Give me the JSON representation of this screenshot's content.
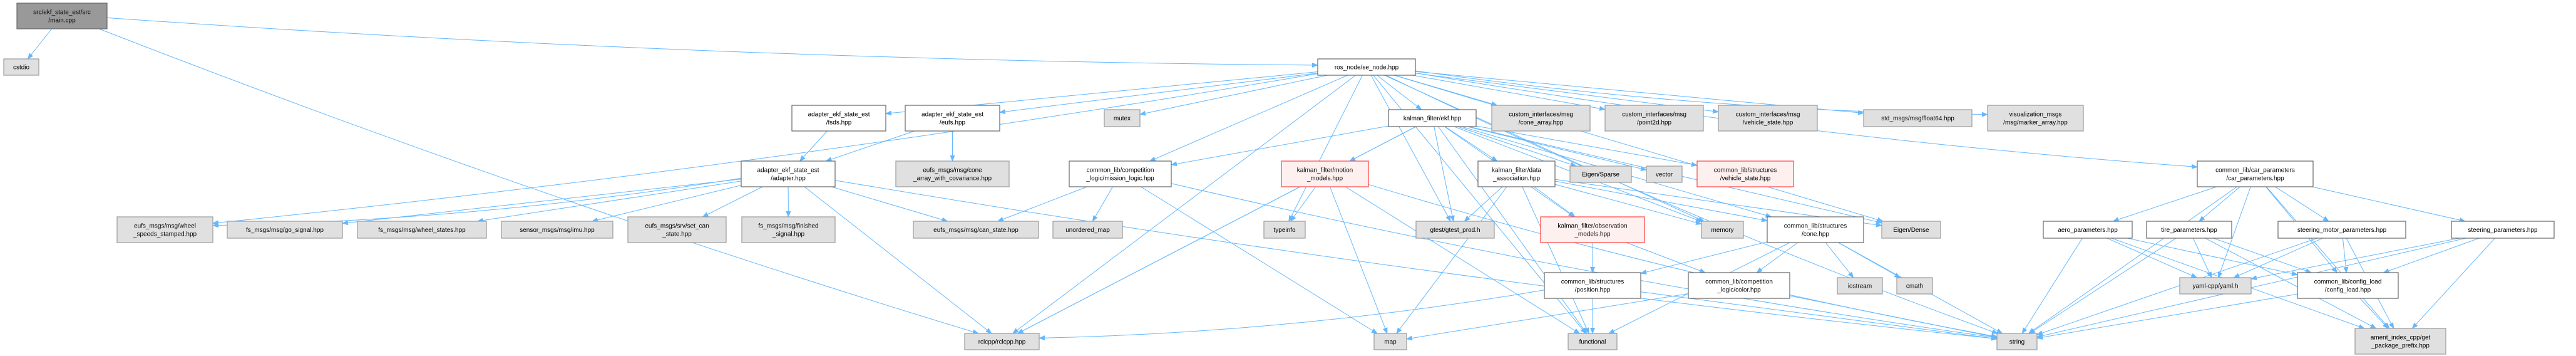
{
  "title": "Include dependency graph for main.cpp",
  "colors": {
    "edge": "#63b8ff",
    "main_fill": "#999999",
    "local_fill": "#ffffff",
    "system_fill": "#e0e0e0",
    "missing_fill": "#fff0f0",
    "missing_border": "#ff4040"
  },
  "nodes": [
    {
      "id": "main",
      "kind": "main",
      "label": [
        "src/ekf_state_est/src",
        "/main.cpp"
      ]
    },
    {
      "id": "cstdio",
      "kind": "sys",
      "label": [
        "cstdio"
      ]
    },
    {
      "id": "se_node",
      "kind": "local",
      "label": [
        "ros_node/se_node.hpp"
      ]
    },
    {
      "id": "fsds",
      "kind": "local",
      "label": [
        "adapter_ekf_state_est",
        "/fsds.hpp"
      ]
    },
    {
      "id": "eufs",
      "kind": "local",
      "label": [
        "adapter_ekf_state_est",
        "/eufs.hpp"
      ]
    },
    {
      "id": "mutex",
      "kind": "sys",
      "label": [
        "mutex"
      ]
    },
    {
      "id": "ekf",
      "kind": "local",
      "label": [
        "kalman_filter/ekf.hpp"
      ]
    },
    {
      "id": "cone_array",
      "kind": "sys",
      "label": [
        "custom_interfaces/msg",
        "/cone_array.hpp"
      ]
    },
    {
      "id": "point2d",
      "kind": "sys",
      "label": [
        "custom_interfaces/msg",
        "/point2d.hpp"
      ]
    },
    {
      "id": "vstate_msg",
      "kind": "sys",
      "label": [
        "custom_interfaces/msg",
        "/vehicle_state.hpp"
      ]
    },
    {
      "id": "float64",
      "kind": "sys",
      "label": [
        "std_msgs/msg/float64.hpp"
      ]
    },
    {
      "id": "marker",
      "kind": "sys",
      "label": [
        "visualization_msgs",
        "/msg/marker_array.hpp"
      ]
    },
    {
      "id": "adapter",
      "kind": "local",
      "label": [
        "adapter_ekf_state_est",
        "/adapter.hpp"
      ]
    },
    {
      "id": "cone_cov",
      "kind": "sys",
      "label": [
        "eufs_msgs/msg/cone",
        "_array_with_covariance.hpp"
      ]
    },
    {
      "id": "mission",
      "kind": "local",
      "label": [
        "common_lib/competition",
        "_logic/mission_logic.hpp"
      ]
    },
    {
      "id": "motion",
      "kind": "missing",
      "label": [
        "kalman_filter/motion",
        "_models.hpp"
      ]
    },
    {
      "id": "data_assoc",
      "kind": "local",
      "label": [
        "kalman_filter/data",
        "_association.hpp"
      ]
    },
    {
      "id": "eigen_sparse",
      "kind": "sys",
      "label": [
        "Eigen/Sparse"
      ]
    },
    {
      "id": "vector",
      "kind": "sys",
      "label": [
        "vector"
      ]
    },
    {
      "id": "vstate",
      "kind": "missing",
      "label": [
        "common_lib/structures",
        "/vehicle_state.hpp"
      ]
    },
    {
      "id": "car_params",
      "kind": "local",
      "label": [
        "common_lib/car_parameters",
        "/car_parameters.hpp"
      ]
    },
    {
      "id": "wheel_speeds",
      "kind": "sys",
      "label": [
        "eufs_msgs/msg/wheel",
        "_speeds_stamped.hpp"
      ]
    },
    {
      "id": "go_signal",
      "kind": "sys",
      "label": [
        "fs_msgs/msg/go_signal.hpp"
      ]
    },
    {
      "id": "wheel_states",
      "kind": "sys",
      "label": [
        "fs_msgs/msg/wheel_states.hpp"
      ]
    },
    {
      "id": "imu",
      "kind": "sys",
      "label": [
        "sensor_msgs/msg/imu.hpp"
      ]
    },
    {
      "id": "set_can",
      "kind": "sys",
      "label": [
        "eufs_msgs/srv/set_can",
        "_state.hpp"
      ]
    },
    {
      "id": "finished",
      "kind": "sys",
      "label": [
        "fs_msgs/msg/finished",
        "_signal.hpp"
      ]
    },
    {
      "id": "can_state",
      "kind": "sys",
      "label": [
        "eufs_msgs/msg/can_state.hpp"
      ]
    },
    {
      "id": "unordered_map",
      "kind": "sys",
      "label": [
        "unordered_map"
      ]
    },
    {
      "id": "typeinfo",
      "kind": "sys",
      "label": [
        "typeinfo"
      ]
    },
    {
      "id": "gtest",
      "kind": "sys",
      "label": [
        "gtest/gtest_prod.h"
      ]
    },
    {
      "id": "observation",
      "kind": "missing",
      "label": [
        "kalman_filter/observation",
        "_models.hpp"
      ]
    },
    {
      "id": "memory",
      "kind": "sys",
      "label": [
        "memory"
      ]
    },
    {
      "id": "cone",
      "kind": "local",
      "label": [
        "common_lib/structures",
        "/cone.hpp"
      ]
    },
    {
      "id": "eigen_dense",
      "kind": "sys",
      "label": [
        "Eigen/Dense"
      ]
    },
    {
      "id": "aero",
      "kind": "local",
      "label": [
        "aero_parameters.hpp"
      ]
    },
    {
      "id": "tire",
      "kind": "local",
      "label": [
        "tire_parameters.hpp"
      ]
    },
    {
      "id": "steer_motor",
      "kind": "local",
      "label": [
        "steering_motor_parameters.hpp"
      ]
    },
    {
      "id": "steer",
      "kind": "local",
      "label": [
        "steering_parameters.hpp"
      ]
    },
    {
      "id": "position",
      "kind": "local",
      "label": [
        "common_lib/structures",
        "/position.hpp"
      ]
    },
    {
      "id": "color",
      "kind": "local",
      "label": [
        "common_lib/competition",
        "_logic/color.hpp"
      ]
    },
    {
      "id": "iostream",
      "kind": "sys",
      "label": [
        "iostream"
      ]
    },
    {
      "id": "cmath",
      "kind": "sys",
      "label": [
        "cmath"
      ]
    },
    {
      "id": "yaml",
      "kind": "sys",
      "label": [
        "yaml-cpp/yaml.h"
      ]
    },
    {
      "id": "config_load",
      "kind": "local",
      "label": [
        "common_lib/config_load",
        "/config_load.hpp"
      ]
    },
    {
      "id": "rclcpp",
      "kind": "sys",
      "label": [
        "rclcpp/rclcpp.hpp"
      ]
    },
    {
      "id": "map",
      "kind": "sys",
      "label": [
        "map"
      ]
    },
    {
      "id": "functional",
      "kind": "sys",
      "label": [
        "functional"
      ]
    },
    {
      "id": "string",
      "kind": "sys",
      "label": [
        "string"
      ]
    },
    {
      "id": "ament",
      "kind": "sys",
      "label": [
        "ament_index_cpp/get",
        "_package_prefix.hpp"
      ]
    }
  ],
  "edges": [
    [
      "main",
      "cstdio"
    ],
    [
      "main",
      "se_node"
    ],
    [
      "main",
      "rclcpp"
    ],
    [
      "se_node",
      "fsds"
    ],
    [
      "se_node",
      "eufs"
    ],
    [
      "se_node",
      "mutex"
    ],
    [
      "se_node",
      "ekf"
    ],
    [
      "se_node",
      "cone_array"
    ],
    [
      "se_node",
      "point2d"
    ],
    [
      "se_node",
      "vstate_msg"
    ],
    [
      "se_node",
      "float64"
    ],
    [
      "se_node",
      "marker"
    ],
    [
      "se_node",
      "car_params"
    ],
    [
      "se_node",
      "mission"
    ],
    [
      "se_node",
      "wheel_speeds"
    ],
    [
      "se_node",
      "typeinfo"
    ],
    [
      "se_node",
      "gtest"
    ],
    [
      "se_node",
      "memory"
    ],
    [
      "se_node",
      "eigen_dense"
    ],
    [
      "se_node",
      "string"
    ],
    [
      "se_node",
      "rclcpp"
    ],
    [
      "se_node",
      "functional"
    ],
    [
      "fsds",
      "adapter"
    ],
    [
      "eufs",
      "adapter"
    ],
    [
      "eufs",
      "cone_cov"
    ],
    [
      "adapter",
      "wheel_speeds"
    ],
    [
      "adapter",
      "go_signal"
    ],
    [
      "adapter",
      "wheel_states"
    ],
    [
      "adapter",
      "imu"
    ],
    [
      "adapter",
      "set_can"
    ],
    [
      "adapter",
      "finished"
    ],
    [
      "adapter",
      "can_state"
    ],
    [
      "adapter",
      "rclcpp"
    ],
    [
      "adapter",
      "string"
    ],
    [
      "mission",
      "can_state"
    ],
    [
      "mission",
      "unordered_map"
    ],
    [
      "mission",
      "string"
    ],
    [
      "mission",
      "map"
    ],
    [
      "ekf",
      "mission"
    ],
    [
      "ekf",
      "motion"
    ],
    [
      "ekf",
      "data_assoc"
    ],
    [
      "ekf",
      "eigen_sparse"
    ],
    [
      "ekf",
      "vector"
    ],
    [
      "ekf",
      "vstate"
    ],
    [
      "ekf",
      "memory"
    ],
    [
      "ekf",
      "eigen_dense"
    ],
    [
      "ekf",
      "gtest"
    ],
    [
      "ekf",
      "cone"
    ],
    [
      "ekf",
      "observation"
    ],
    [
      "ekf",
      "rclcpp"
    ],
    [
      "ekf",
      "functional"
    ],
    [
      "motion",
      "typeinfo"
    ],
    [
      "motion",
      "rclcpp"
    ],
    [
      "motion",
      "map"
    ],
    [
      "motion",
      "functional"
    ],
    [
      "motion",
      "string"
    ],
    [
      "data_assoc",
      "gtest"
    ],
    [
      "data_assoc",
      "observation"
    ],
    [
      "data_assoc",
      "memory"
    ],
    [
      "data_assoc",
      "cone"
    ],
    [
      "data_assoc",
      "eigen_dense"
    ],
    [
      "data_assoc",
      "map"
    ],
    [
      "data_assoc",
      "functional"
    ],
    [
      "observation",
      "position"
    ],
    [
      "observation",
      "color"
    ],
    [
      "cone",
      "position"
    ],
    [
      "cone",
      "color"
    ],
    [
      "cone",
      "iostream"
    ],
    [
      "cone",
      "cmath"
    ],
    [
      "cone",
      "string"
    ],
    [
      "cone",
      "functional"
    ],
    [
      "position",
      "rclcpp"
    ],
    [
      "position",
      "functional"
    ],
    [
      "position",
      "string"
    ],
    [
      "color",
      "map"
    ],
    [
      "color",
      "string"
    ],
    [
      "car_params",
      "aero"
    ],
    [
      "car_params",
      "tire"
    ],
    [
      "car_params",
      "steer_motor"
    ],
    [
      "car_params",
      "steer"
    ],
    [
      "car_params",
      "yaml"
    ],
    [
      "car_params",
      "config_load"
    ],
    [
      "car_params",
      "string"
    ],
    [
      "car_params",
      "ament"
    ],
    [
      "aero",
      "yaml"
    ],
    [
      "aero",
      "config_load"
    ],
    [
      "aero",
      "string"
    ],
    [
      "aero",
      "ament"
    ],
    [
      "tire",
      "yaml"
    ],
    [
      "tire",
      "config_load"
    ],
    [
      "tire",
      "string"
    ],
    [
      "tire",
      "ament"
    ],
    [
      "steer_motor",
      "yaml"
    ],
    [
      "steer_motor",
      "config_load"
    ],
    [
      "steer_motor",
      "string"
    ],
    [
      "steer_motor",
      "ament"
    ],
    [
      "steer",
      "yaml"
    ],
    [
      "steer",
      "config_load"
    ],
    [
      "steer",
      "string"
    ],
    [
      "steer",
      "ament"
    ],
    [
      "config_load",
      "string"
    ],
    [
      "config_load",
      "ament"
    ]
  ]
}
